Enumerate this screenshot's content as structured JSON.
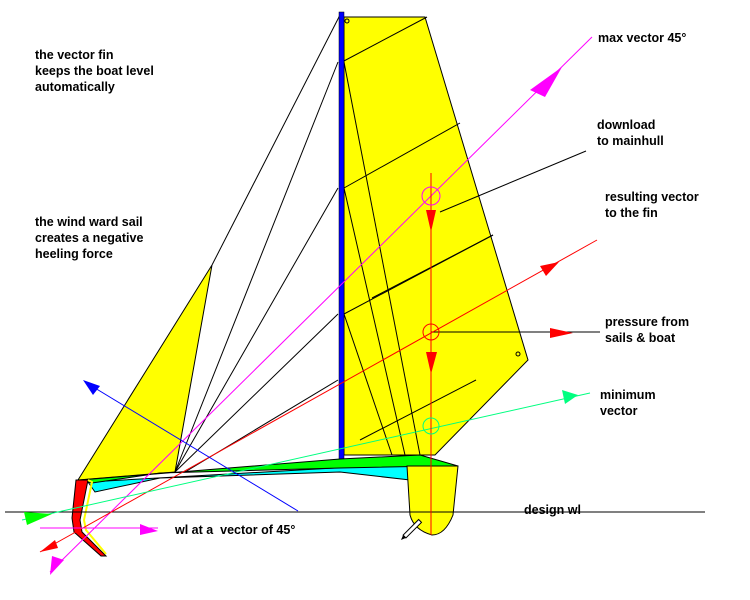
{
  "left_notes": {
    "vector_fin": [
      "the vector fin",
      "keeps the boat level",
      "automatically"
    ],
    "windward_sail": [
      "the wind ward sail",
      "creates a negative",
      "heeling force"
    ]
  },
  "right_labels": {
    "max_vector": "max vector 45°",
    "download": [
      "download",
      "to mainhull"
    ],
    "resulting": [
      "resulting vector",
      "to the fin"
    ],
    "pressure": [
      "pressure from",
      "sails & boat"
    ],
    "minimum": [
      "minimum",
      "vector"
    ]
  },
  "bottom_labels": {
    "design_wl": "design wl",
    "wl_45": "wl at a  vector of 45°"
  },
  "colors": {
    "sail": "#ffff00",
    "mast": "#0000ff",
    "deck": "#00ff00",
    "hull": "#00ffff",
    "max_vector": "#ff00ff",
    "resulting": "#ff0000",
    "minimum": "#00ff80",
    "heel": "#0000ff"
  }
}
